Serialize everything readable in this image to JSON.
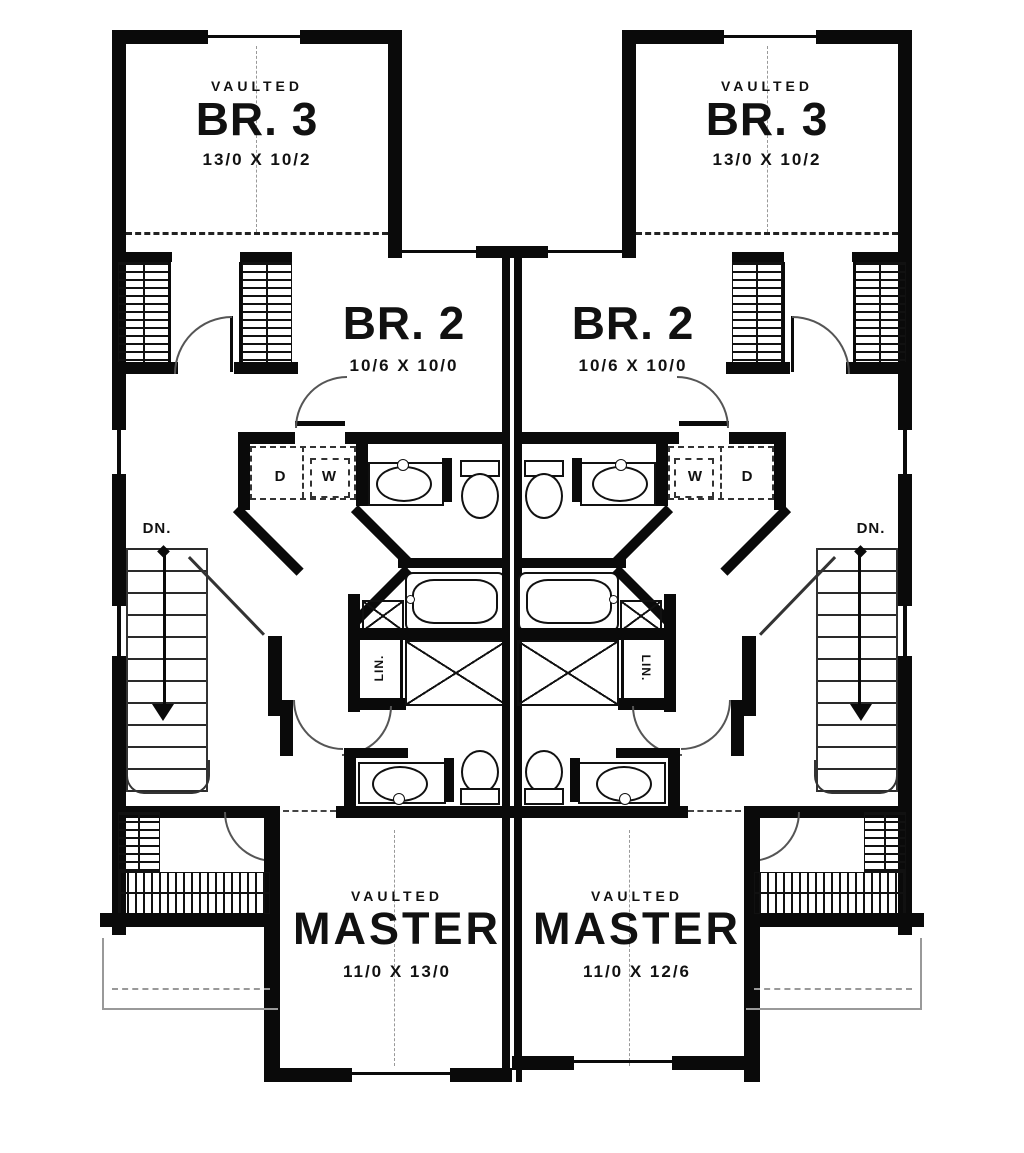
{
  "units": [
    {
      "bedroom3": {
        "ceiling_note": "VAULTED",
        "name": "BR. 3",
        "dims": "13/0 X 10/2"
      },
      "bedroom2": {
        "name": "BR. 2",
        "dims": "10/6 X 10/0"
      },
      "stairs_label": "DN.",
      "laundry": {
        "dryer": "D",
        "washer": "W"
      },
      "linen_label": "LIN.",
      "master": {
        "ceiling_note": "VAULTED",
        "name": "MASTER",
        "dims": "11/0 X 13/0"
      }
    },
    {
      "bedroom3": {
        "ceiling_note": "VAULTED",
        "name": "BR. 3",
        "dims": "13/0 X 10/2"
      },
      "bedroom2": {
        "name": "BR. 2",
        "dims": "10/6 X 10/0"
      },
      "stairs_label": "DN.",
      "laundry": {
        "dryer": "D",
        "washer": "W"
      },
      "linen_label": "LIN.",
      "master": {
        "ceiling_note": "VAULTED",
        "name": "MASTER",
        "dims": "11/0 X 12/6"
      }
    }
  ],
  "colors": {
    "walls": "#000000",
    "background": "#ffffff",
    "lines": "#555555"
  }
}
